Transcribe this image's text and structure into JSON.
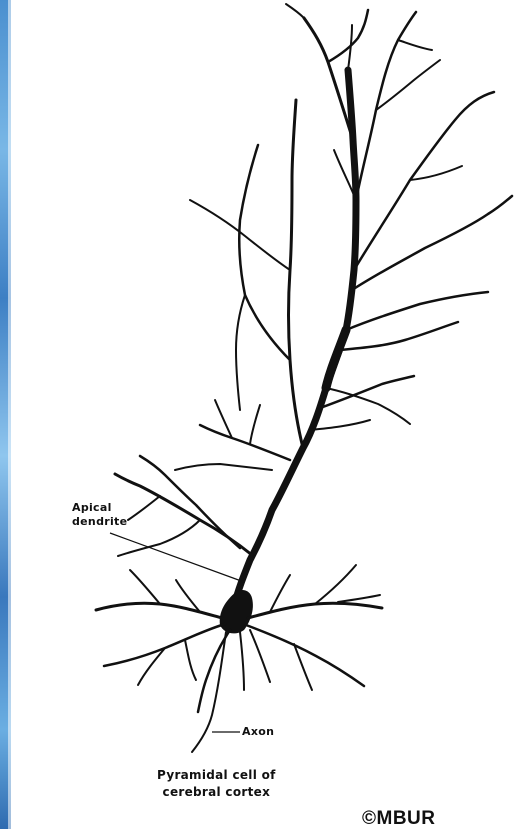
{
  "labels": {
    "apical_line1": "Apical",
    "apical_line2": "dendrite",
    "axon": "Axon",
    "caption_line1": "Pyramidal cell of",
    "caption_line2": "cerebral cortex",
    "copyright": "©MBUR"
  },
  "colors": {
    "ink": "#111111",
    "background": "#ffffff",
    "edge_strip": "#4a8fcf"
  }
}
